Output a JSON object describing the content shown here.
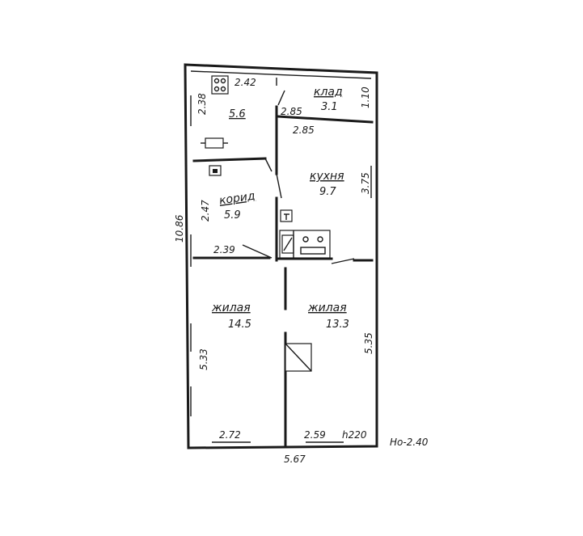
{
  "rooms": {
    "bath": {
      "area": "5.6"
    },
    "storage": {
      "name": "клад",
      "area": "3.1"
    },
    "kitchen": {
      "name": "кухня",
      "area": "9.7"
    },
    "corridor": {
      "name": "корид",
      "area": "5.9"
    },
    "living_left": {
      "name": "жилая",
      "area": "14.5"
    },
    "living_right": {
      "name": "жилая",
      "area": "13.3"
    }
  },
  "dimensions": {
    "bath_top": "2.42",
    "bath_side": "2.38",
    "storage_right": "1.10",
    "storage_bottom": "2.85",
    "kitchen_top": "2.85",
    "kitchen_right": "3.75",
    "corridor_side": "2.47",
    "total_height": "10.86",
    "corridor_bottom": "2.39",
    "left_height": "5.33",
    "right_height": "5.35",
    "bottom_left": "2.72",
    "bottom_right": "2.59",
    "ceiling": "h220",
    "total_width": "5.67"
  },
  "annotation": "Нo-2.40"
}
